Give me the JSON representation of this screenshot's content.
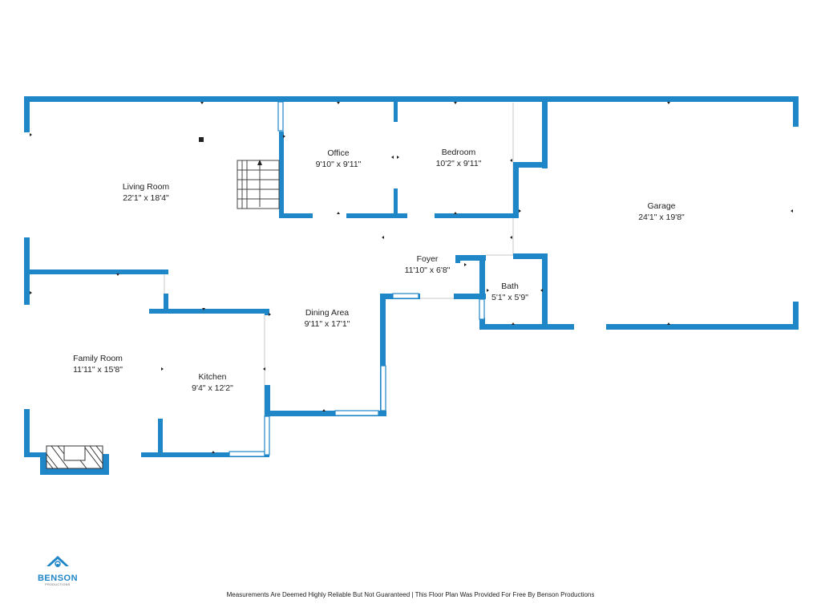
{
  "rooms": {
    "living_room": {
      "name": "Living Room",
      "dims": "22'1\" x 18'4\""
    },
    "office": {
      "name": "Office",
      "dims": "9'10\" x 9'11\""
    },
    "bedroom": {
      "name": "Bedroom",
      "dims": "10'2\" x 9'11\""
    },
    "garage": {
      "name": "Garage",
      "dims": "24'1\" x 19'8\""
    },
    "foyer": {
      "name": "Foyer",
      "dims": "11'10\" x 6'8\""
    },
    "bath": {
      "name": "Bath",
      "dims": "5'1\" x 5'9\""
    },
    "dining_area": {
      "name": "Dining Area",
      "dims": "9'11\" x 17'1\""
    },
    "family_room": {
      "name": "Family Room",
      "dims": "11'11\" x 15'8\""
    },
    "kitchen": {
      "name": "Kitchen",
      "dims": "9'4\" x 12'2\""
    }
  },
  "logo": {
    "name": "BENSON",
    "subtitle": "PRODUCTIONS"
  },
  "footer": {
    "text": "Measurements Are Deemed Highly Reliable But Not Guaranteed | This Floor Plan Was Provided For Free By Benson Productions"
  },
  "colors": {
    "wall": "#1f86c8"
  }
}
